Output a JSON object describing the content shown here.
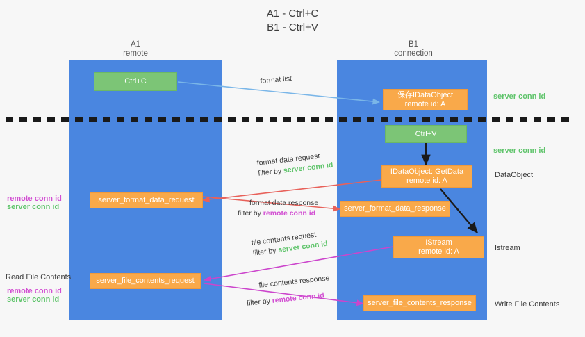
{
  "title": "A1 - Ctrl+C\nB1 - Ctrl+V",
  "lanes": [
    {
      "name": "A1",
      "sub": "remote",
      "label": "A1\nremote"
    },
    {
      "name": "B1",
      "sub": "connection",
      "label": "B1\nconnection"
    }
  ],
  "boxes": {
    "ctrl_c": "Ctrl+C",
    "ctrl_v": "Ctrl+V",
    "save_idataobject": "保存IDataObject\nremote id: A",
    "idataobject_getdata": "IDataObject::GetData\nremote id: A",
    "istream": "IStream\nremote id: A",
    "server_format_data_request": "server_format_data_request",
    "server_format_data_response": "server_format_data_response",
    "server_file_contents_request": "server_file_contents_request",
    "server_file_contents_response": "server_file_contents_response"
  },
  "edges": {
    "format_list": "format list",
    "format_data_request": "format data request",
    "format_data_request_filter_prefix": "filter by ",
    "format_data_request_filter_value": "server conn id",
    "format_data_response": "format data response",
    "format_data_response_filter_prefix": "filter by ",
    "format_data_response_filter_value": "remote conn id",
    "file_contents_request": "file contents request",
    "file_contents_request_filter_prefix": "filter by ",
    "file_contents_request_filter_value": "server conn id",
    "file_contents_response": "file contents response",
    "file_contents_response_filter_prefix": "filter by ",
    "file_contents_response_filter_value": "remote conn id"
  },
  "side_labels": {
    "right_server_conn_id_top": "server conn id",
    "right_server_conn_id_mid": "server conn id",
    "right_dataobject": "DataObject",
    "right_istream": "Istream",
    "right_write_file_contents": "Write File Contents",
    "left_remote_conn_id_upper": "remote conn id",
    "left_server_conn_id_upper": "server conn id",
    "left_read_file_contents": "Read File Contents",
    "left_remote_conn_id_lower": "remote conn id",
    "left_server_conn_id_lower": "server conn id"
  },
  "colors": {
    "lane": "#4a86e0",
    "green_box": "#7cc576",
    "orange_box": "#f9a94a",
    "arrow_blue": "#7ab6e8",
    "arrow_red": "#e8615a",
    "arrow_magenta": "#cc45cc",
    "arrow_black": "#1a1a1a",
    "divider": "#1a1a1a",
    "green_text": "#5fc46b",
    "magenta_text": "#d24fd2",
    "background": "#f7f7f7"
  }
}
